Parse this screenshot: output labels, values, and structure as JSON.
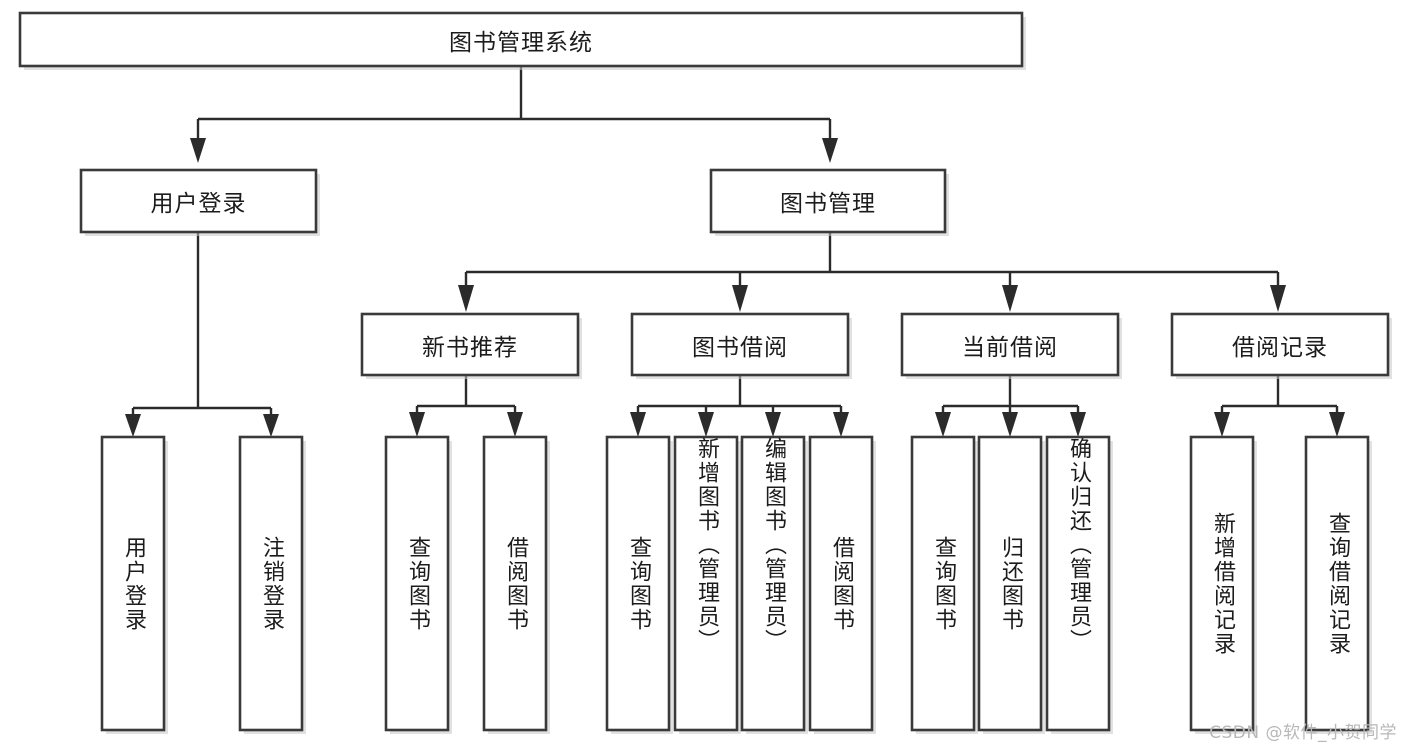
{
  "diagram": {
    "title": "图书管理系统",
    "type": "tree-hierarchy",
    "orientation": "top-down",
    "root": {
      "id": "root",
      "label": "图书管理系统",
      "text_direction": "horizontal"
    },
    "level2": [
      {
        "id": "user-login",
        "label": "用户登录",
        "text_direction": "horizontal"
      },
      {
        "id": "book-manage",
        "label": "图书管理",
        "text_direction": "horizontal"
      }
    ],
    "level3": [
      {
        "id": "new-book-rec",
        "label": "新书推荐",
        "text_direction": "horizontal"
      },
      {
        "id": "book-borrow",
        "label": "图书借阅",
        "text_direction": "horizontal"
      },
      {
        "id": "current-borrow",
        "label": "当前借阅",
        "text_direction": "horizontal"
      },
      {
        "id": "borrow-record",
        "label": "借阅记录",
        "text_direction": "horizontal"
      }
    ],
    "leaves": {
      "user-login": [
        {
          "id": "leaf-user-login",
          "label": "用户登录",
          "text_direction": "vertical"
        },
        {
          "id": "leaf-logout",
          "label": "注销登录",
          "text_direction": "vertical"
        }
      ],
      "new-book-rec": [
        {
          "id": "leaf-query-book-1",
          "label": "查询图书",
          "text_direction": "vertical"
        },
        {
          "id": "leaf-borrow-book-1",
          "label": "借阅图书",
          "text_direction": "vertical"
        }
      ],
      "book-borrow": [
        {
          "id": "leaf-query-book-2",
          "label": "查询图书",
          "text_direction": "vertical"
        },
        {
          "id": "leaf-add-book",
          "label": "新增图书（管理员）",
          "text_direction": "vertical"
        },
        {
          "id": "leaf-edit-book",
          "label": "编辑图书（管理员）",
          "text_direction": "vertical"
        },
        {
          "id": "leaf-borrow-book-2",
          "label": "借阅图书",
          "text_direction": "vertical"
        }
      ],
      "current-borrow": [
        {
          "id": "leaf-query-book-3",
          "label": "查询图书",
          "text_direction": "vertical"
        },
        {
          "id": "leaf-return-book",
          "label": "归还图书",
          "text_direction": "vertical"
        },
        {
          "id": "leaf-confirm-return",
          "label": "确认归还（管理员）",
          "text_direction": "vertical"
        }
      ],
      "borrow-record": [
        {
          "id": "leaf-add-record",
          "label": "新增借阅记录",
          "text_direction": "vertical"
        },
        {
          "id": "leaf-query-record",
          "label": "查询借阅记录",
          "text_direction": "vertical"
        }
      ]
    },
    "colors": {
      "box_border": "#3a3a3a",
      "box_fill": "#ffffff",
      "connector": "#2b2b2b",
      "text": "#1c1c1c",
      "background": "#ffffff",
      "watermark": "#b8b8b8"
    }
  },
  "watermark": {
    "text": "CSDN @软件_小贺同学"
  }
}
